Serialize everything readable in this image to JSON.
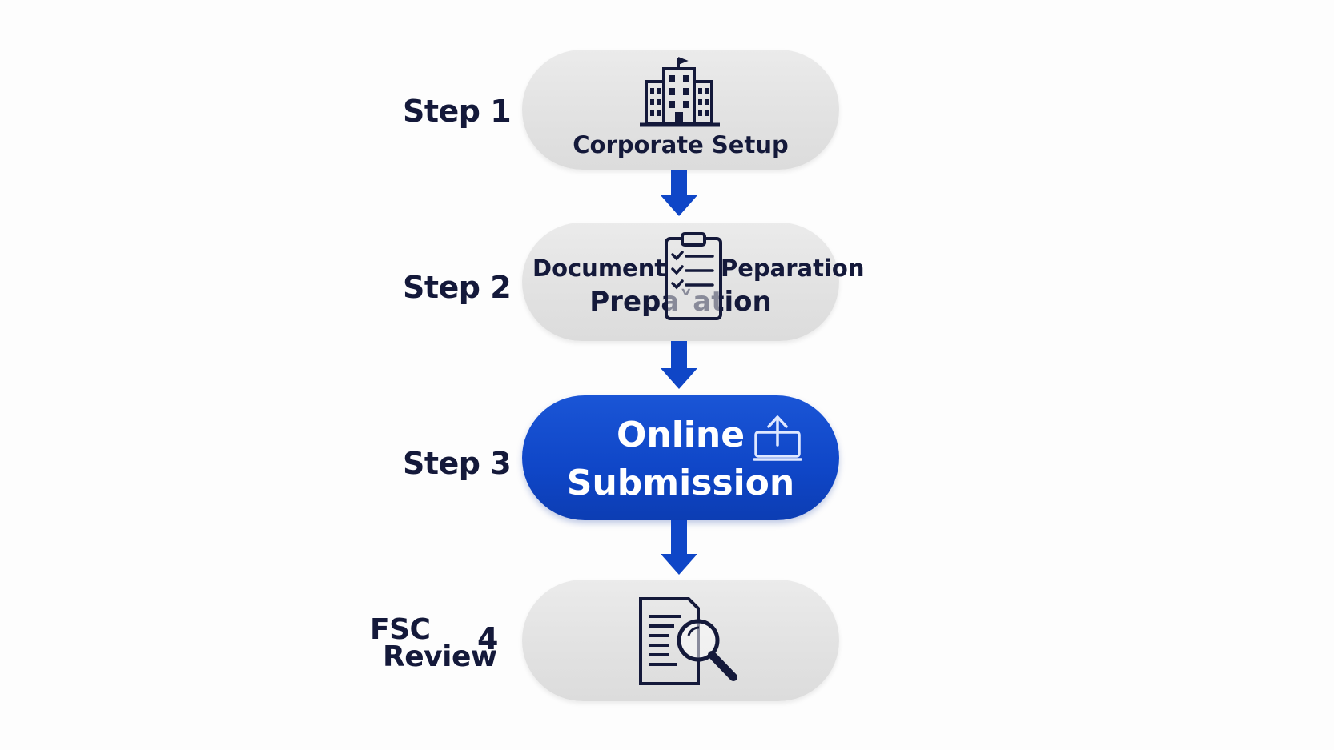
{
  "colors": {
    "accent": "#0f46c7",
    "text": "#14193a",
    "pill": "#e4e4e4",
    "background": "#fdfdfd"
  },
  "steps": [
    {
      "label": "Step 1",
      "title": "Corporate Setup",
      "icon": "building-icon"
    },
    {
      "label": "Step 2",
      "title_line1_left": "Document",
      "title_line1_right": "Peparation",
      "title_line2": "Prepa˅ation",
      "icon": "clipboard-checklist-icon"
    },
    {
      "label": "Step 3",
      "title_line1": "Online",
      "title_line2": "Submission",
      "icon": "upload-icon"
    },
    {
      "label_line1": "FSC",
      "label_line2": "Review",
      "label_num": "4",
      "icon": "document-search-icon"
    }
  ]
}
